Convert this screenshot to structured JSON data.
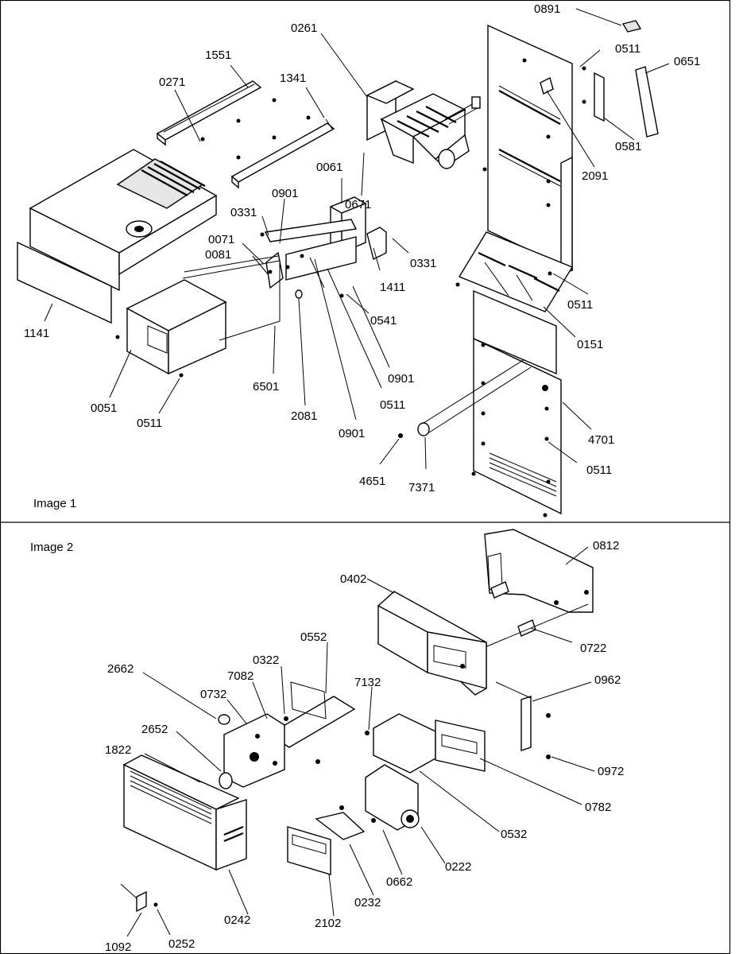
{
  "panels": [
    {
      "caption": "Image 1",
      "callouts": [
        "0891",
        "0511",
        "0651",
        "0261",
        "1551",
        "1341",
        "0271",
        "0581",
        "2091",
        "0061",
        "0671",
        "0901",
        "0331",
        "0071",
        "0081",
        "0331",
        "1411",
        "0511",
        "0541",
        "1141",
        "0151",
        "0901",
        "0051",
        "6501",
        "2081",
        "0511",
        "0511",
        "0901",
        "4701",
        "0511",
        "4651",
        "7371"
      ]
    },
    {
      "caption": "Image 2",
      "callouts": [
        "0812",
        "0402",
        "0722",
        "0552",
        "0322",
        "7082",
        "2662",
        "0732",
        "7132",
        "0962",
        "2652",
        "1822",
        "0972",
        "0782",
        "0532",
        "0222",
        "0662",
        "0232",
        "0242",
        "2102",
        "1092",
        "0252"
      ]
    }
  ]
}
